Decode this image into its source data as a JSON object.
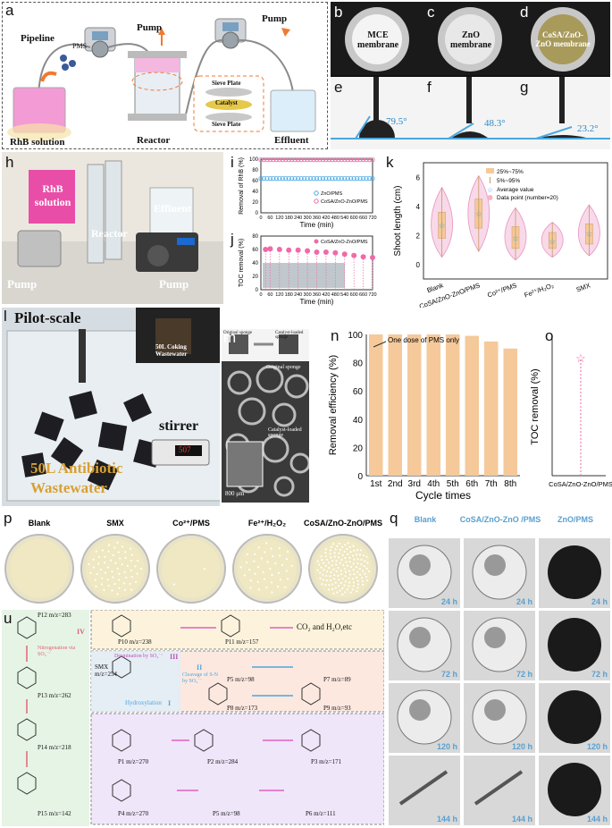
{
  "panel_labels": {
    "a": "a",
    "b": "b",
    "c": "c",
    "d": "d",
    "e": "e",
    "f": "f",
    "g": "g",
    "h": "h",
    "i": "i",
    "j": "j",
    "k": "k",
    "l": "l",
    "m": "m",
    "n": "n",
    "o": "o",
    "p": "p",
    "q": "q",
    "u": "u"
  },
  "panel_a": {
    "pump1": "Pump",
    "pump2": "Pump",
    "pipeline": "Pipeline",
    "pms": "PMS",
    "rhb": "RhB  solution",
    "reactor": "Reactor",
    "effluent": "Effluent",
    "sieve_top": "Sieve Plate",
    "catalyst": "Catalyst",
    "sieve_bottom": "Sieve Plate"
  },
  "panel_bd": {
    "mce": "MCE membrane",
    "zno": "ZnO membrane",
    "co": "CoSA/ZnO-ZnO membrane"
  },
  "panel_eg": {
    "e_angle": "79.5°",
    "f_angle": "48.3°",
    "g_angle": "23.2°"
  },
  "panel_h": {
    "rhb": "RhB solution",
    "reactor": "Reactor",
    "effluent": "Effluent",
    "pump1": "Pump",
    "pump2": "Pump"
  },
  "panel_l": {
    "pilot": "Pilot-scale",
    "coking": "50L Coking Wastewater",
    "stirrer": "stirrer",
    "antibiotic1": "50L Antibiotic",
    "antibiotic2": "Wastewater",
    "display": "507"
  },
  "panel_m": {
    "sponge1": "Original sponge",
    "sponge2": "Catalyst-loaded sponge",
    "orig": "Original sponge",
    "cat": "Catalyst-loaded sponge",
    "scale": "800 μm"
  },
  "panel_p": {
    "labels": [
      "Blank",
      "SMX",
      "Co²⁺/PMS",
      "Fe²⁺/H₂O₂",
      "CoSA/ZnO-ZnO/PMS"
    ]
  },
  "panel_q": {
    "cols": [
      "Blank",
      "CoSA/ZnO-ZnO /PMS",
      "ZnO/PMS"
    ],
    "rows": [
      "24 h",
      "72 h",
      "120 h",
      "144 h"
    ]
  },
  "panel_u": {
    "p12": "P12 m/z=283",
    "p10": "P10 m/z=238",
    "p11": "P11 m/z=157",
    "co2": "CO₂ and H₂O,etc",
    "nitro": "Nitrogenation via SO₄˙⁻",
    "IV": "IV",
    "deam": "Desmination by SO₄˙⁻",
    "III": "III",
    "smx": "SMX m/z=254",
    "p5a": "P5 m/z=98",
    "p7": "P7 m/z=89",
    "II": "II",
    "cleav": "Cleavage of S-N by SO₄˙⁻",
    "p13": "P13 m/z=262",
    "hydrox": "Hydroxylation",
    "I": "I",
    "p8": "P8 m/z=173",
    "p9": "P9 m/z=93",
    "p14": "P14 m/z=218",
    "p1": "P1 m/z=270",
    "p2": "P2 m/z=284",
    "p3": "P3 m/z=171",
    "p15": "P15 m/z=142",
    "p4": "P4 m/z=270",
    "p5b": "P5 m/z=98",
    "p6": "P6 m/z=111"
  },
  "colors": {
    "pink": "#f06aa8",
    "blue": "#49a7e0",
    "orange": "#f5c99a",
    "violet": "#c8a2f0",
    "rose": "#f7b4c6"
  },
  "chart_data": [
    {
      "id": "i",
      "type": "scatter",
      "xlabel": "Time (min)",
      "ylabel": "Removal of RhB (%)",
      "ylim": [
        0,
        100
      ],
      "x": [
        0,
        20,
        40,
        60,
        80,
        100,
        120,
        140,
        160,
        180,
        200,
        220,
        240,
        260,
        280,
        300,
        320,
        340,
        360,
        380,
        400,
        420,
        440,
        460,
        480,
        500,
        520,
        540,
        560,
        580,
        600,
        620,
        640,
        660,
        680,
        700,
        720
      ],
      "xticks": [
        0,
        60,
        120,
        180,
        240,
        300,
        360,
        420,
        480,
        540,
        600,
        660,
        720
      ],
      "yticks": [
        0,
        20,
        40,
        60,
        80,
        100
      ],
      "series": [
        {
          "name": "ZnO/PMS",
          "value": 64
        },
        {
          "name": "CoSA/ZnO-ZnO/PMS",
          "value": 99
        }
      ]
    },
    {
      "id": "j",
      "type": "scatter",
      "xlabel": "Time (min)",
      "ylabel": "TOC removal (%)",
      "ylim": [
        0,
        80
      ],
      "x": [
        30,
        60,
        120,
        180,
        240,
        300,
        360,
        420,
        480,
        540,
        600,
        660,
        720
      ],
      "values": [
        60,
        61,
        60,
        59,
        59,
        58,
        56,
        56,
        55,
        53,
        51,
        49,
        48
      ],
      "xticks": [
        0,
        60,
        120,
        180,
        240,
        300,
        360,
        420,
        480,
        540,
        600,
        660,
        720
      ],
      "yticks": [
        0,
        20,
        40,
        60,
        80
      ],
      "series": [
        {
          "name": "CoSA/ZnO-ZnO/PMS"
        }
      ]
    },
    {
      "id": "k",
      "type": "violin",
      "ylabel": "Shoot length (cm)",
      "ylim": [
        -1,
        7
      ],
      "yticks": [
        0,
        2,
        4,
        6
      ],
      "categories": [
        "Blank",
        "CoSA/ZnO-ZnO/PMS",
        "Co²⁺/PMS",
        "Fe²⁺/H₂O₂",
        "SMX"
      ],
      "means": [
        2.7,
        3.5,
        1.8,
        1.6,
        2.1
      ],
      "q1": [
        1.8,
        2.5,
        1.1,
        1.1,
        1.4
      ],
      "q3": [
        3.6,
        4.5,
        2.6,
        2.2,
        2.8
      ],
      "mins": [
        0.5,
        0.9,
        0.3,
        0.5,
        0.6
      ],
      "maxs": [
        5.3,
        6.1,
        3.9,
        2.9,
        4.1
      ],
      "legend": [
        "25%~75%",
        "5%~95%",
        "Average value",
        "Data point (number=20)"
      ]
    },
    {
      "id": "n",
      "type": "bar",
      "xlabel": "Cycle times",
      "ylabel": "Removal efficiency (%)",
      "ylim": [
        0,
        100
      ],
      "yticks": [
        0,
        20,
        40,
        60,
        80,
        100
      ],
      "categories": [
        "1st",
        "2nd",
        "3rd",
        "4th",
        "5th",
        "6th",
        "7th",
        "8th"
      ],
      "values": [
        100,
        100,
        100,
        100,
        100,
        99,
        95,
        90
      ],
      "annotation": "One dose of PMS only"
    },
    {
      "id": "o",
      "type": "scatter",
      "ylabel": "TOC removal (%)",
      "categories": [
        "CoSA/ZnO-ZnO/PMS"
      ],
      "values": [
        60
      ],
      "ylim": [
        0,
        70
      ]
    }
  ]
}
